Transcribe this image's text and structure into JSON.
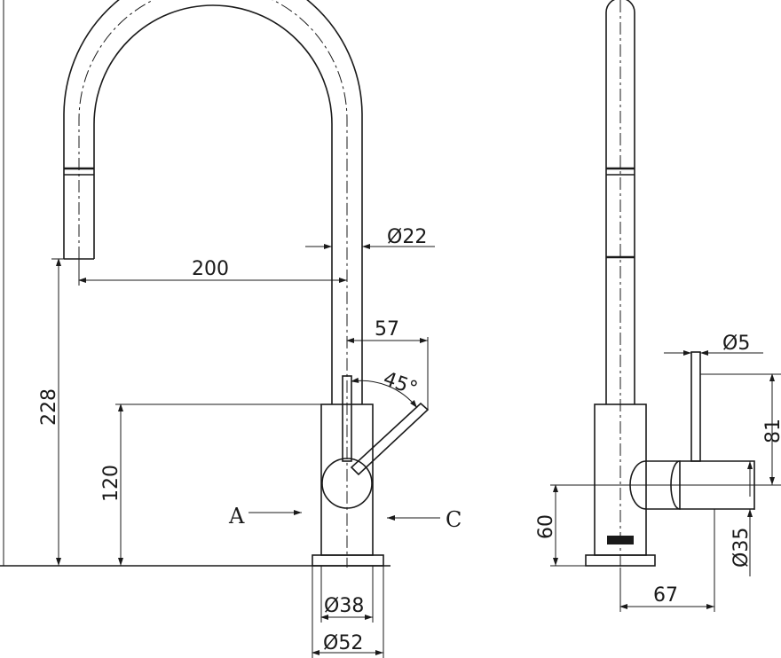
{
  "front_view": {
    "dims": {
      "reach": "200",
      "spout_diameter": "Ø22",
      "handle_offset": "57",
      "handle_angle": "45°",
      "spout_height": "228",
      "body_height": "120",
      "body_diameter": "Ø38",
      "base_diameter": "Ø52"
    },
    "view_labels": {
      "left": "A",
      "right": "C"
    }
  },
  "side_view": {
    "dims": {
      "lever_diameter": "Ø5",
      "lever_height": "81",
      "outlet_height": "60",
      "handle_diameter": "Ø35",
      "handle_depth": "67"
    }
  }
}
